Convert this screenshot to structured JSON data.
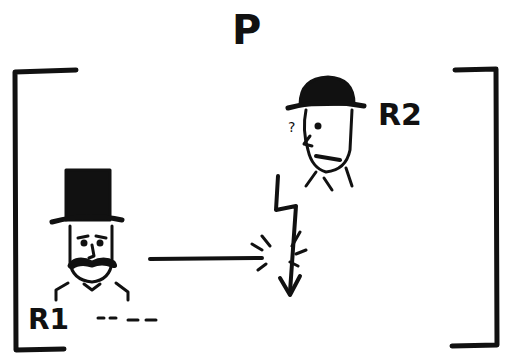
{
  "diagram": {
    "labels": [
      "P",
      "R2",
      "R1"
    ]
  }
}
